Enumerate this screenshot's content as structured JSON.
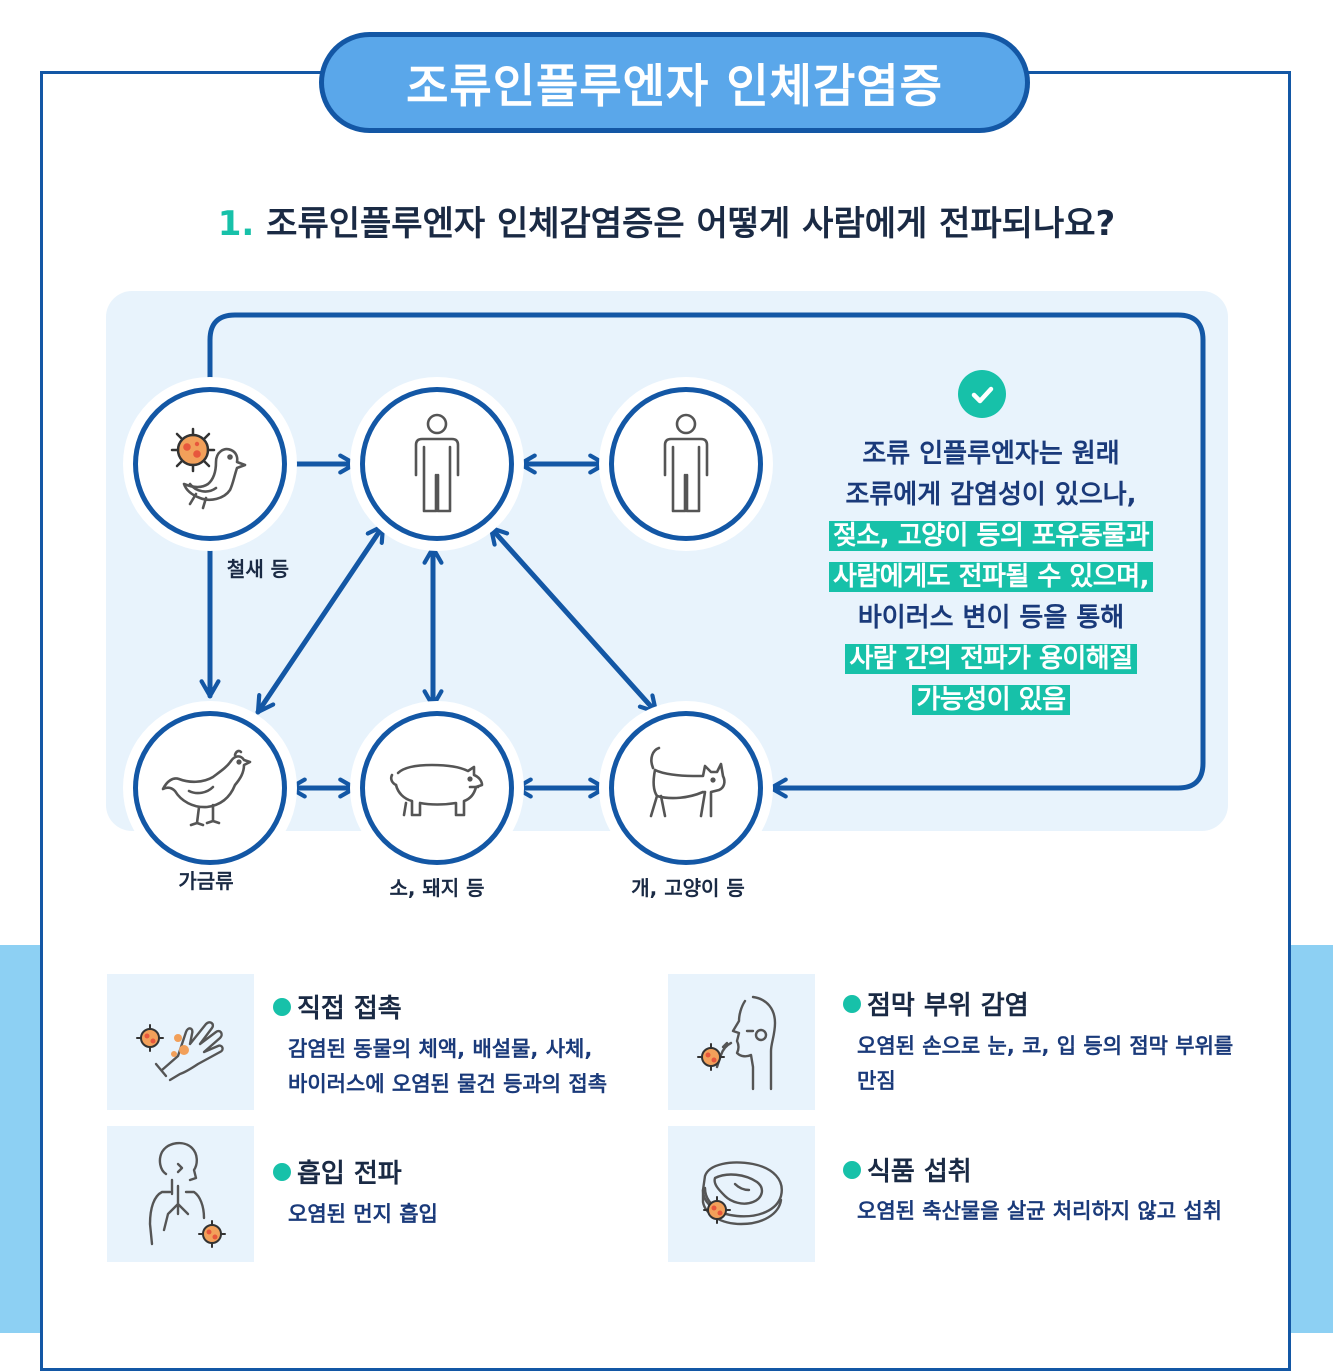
{
  "title": "조류인플루엔자 인체감염증",
  "question": {
    "number": "1.",
    "text": "조류인플루엔자 인체감염증은 어떻게 사람에게 전파되나요?"
  },
  "nodes": {
    "wild_bird": {
      "label": "철새 등",
      "icon": "wild-bird-virus-icon"
    },
    "human_1": {
      "icon": "person-icon"
    },
    "human_2": {
      "icon": "person-icon"
    },
    "poultry": {
      "label": "가금류",
      "icon": "chicken-icon"
    },
    "livestock": {
      "label": "소, 돼지 등",
      "icon": "pig-icon"
    },
    "pets": {
      "label": "개, 고양이 등",
      "icon": "cat-icon"
    }
  },
  "info": {
    "check_icon": "check-circle-icon",
    "lines": [
      "조류 인플루엔자는 원래",
      "조류에게 감염성이 있으나,",
      "젖소, 고양이 등의 포유동물과",
      "사람에게도 전파될 수 있으며,",
      "바이러스 변이 등을 통해",
      "사람 간의 전파가 용이해질",
      "가능성이 있음"
    ]
  },
  "routes": {
    "direct": {
      "title": "직접 접촉",
      "desc": [
        "감염된 동물의 체액, 배설물, 사체,",
        "바이러스에 오염된 물건 등과의 접촉"
      ],
      "icon": "hand-virus-icon"
    },
    "mucosa": {
      "title": "점막 부위 감염",
      "desc": [
        "오염된 손으로 눈, 코, 입 등의 점막 부위를",
        "만짐"
      ],
      "icon": "face-touch-icon"
    },
    "inhalation": {
      "title": "흡입 전파",
      "desc": [
        "오염된 먼지 흡입"
      ],
      "icon": "lungs-virus-icon"
    },
    "food": {
      "title": "식품 섭취",
      "desc": [
        "오염된 축산물을 살균 처리하지 않고 섭취"
      ],
      "icon": "meat-virus-icon"
    }
  },
  "colors": {
    "navy": "#1357a5",
    "title_fill": "#5aa7ea",
    "teal": "#17c1a9",
    "panel": "#e8f3fc",
    "side_band": "#8dd0f3"
  }
}
